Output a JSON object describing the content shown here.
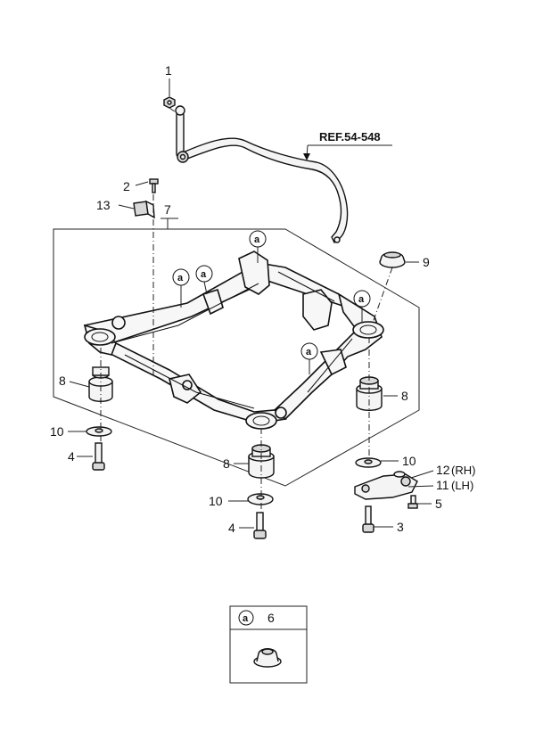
{
  "reference": {
    "text": "REF.54-548"
  },
  "callouts": {
    "c1": "1",
    "c2": "2",
    "c13": "13",
    "c7": "7",
    "c9": "9",
    "c8_left": "8",
    "c8_right": "8",
    "c8_bottom": "8",
    "c10_left": "10",
    "c10_right": "10",
    "c10_bottom": "10",
    "c4_left": "4",
    "c4_bottom": "4",
    "c12": "12",
    "c12_suffix": "(RH)",
    "c11": "11",
    "c11_suffix": "(LH)",
    "c5": "5",
    "c3": "3"
  },
  "marker": {
    "letter": "a"
  },
  "legend": {
    "letter": "a",
    "part_number": "6"
  }
}
